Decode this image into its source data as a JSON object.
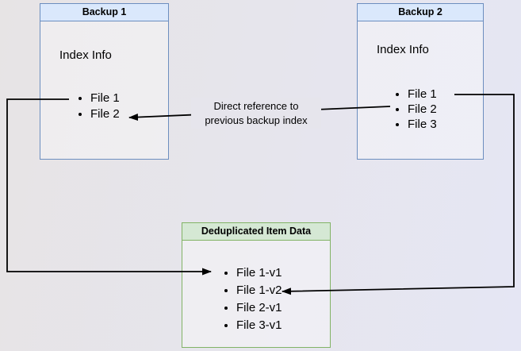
{
  "boxes": {
    "backup1": {
      "title": "Backup 1",
      "subtitle": "Index Info",
      "items": [
        "File 1",
        "File 2"
      ],
      "header_fill": "#dae8fc",
      "border_color": "#6c8ebf"
    },
    "backup2": {
      "title": "Backup 2",
      "subtitle": "Index Info",
      "items": [
        "File 1",
        "File 2",
        "File 3"
      ],
      "header_fill": "#dae8fc",
      "border_color": "#6c8ebf"
    },
    "dedup": {
      "title": "Deduplicated Item Data",
      "items": [
        "File 1-v1",
        "File 1-v2",
        "File 2-v1",
        "File 3-v1"
      ],
      "header_fill": "#d5e8d4",
      "border_color": "#82b366"
    }
  },
  "annotation": {
    "line1": "Direct reference to",
    "line2": "previous backup index"
  },
  "connectors": {
    "color": "#000000",
    "backup2_to_backup1": "File 2 index entry directly references previous backup index",
    "backup1_to_dedup": "File 1 points to File 1-v1",
    "backup2_to_dedup": "File 1 points to File 1-v2"
  },
  "canvas": {
    "bg_left": "#e7e4e5",
    "bg_right": "#e5e6f4"
  }
}
